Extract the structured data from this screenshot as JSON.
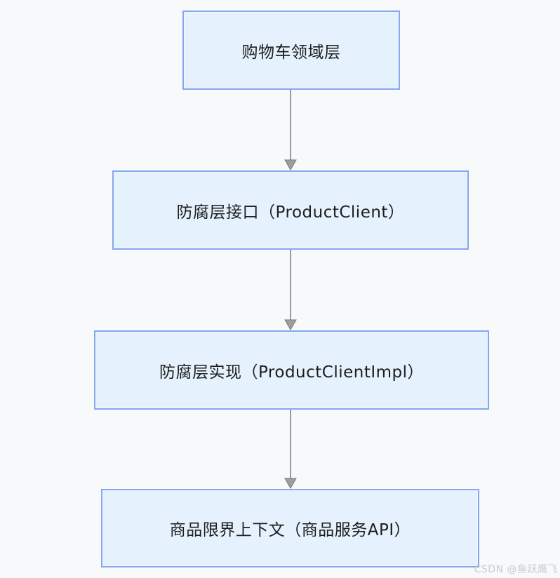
{
  "diagram": {
    "type": "flowchart",
    "direction": "top-down",
    "nodes": [
      {
        "id": "cart-domain-layer",
        "label": "购物车领域层"
      },
      {
        "id": "acl-interface",
        "label": "防腐层接口（ProductClient）"
      },
      {
        "id": "acl-implementation",
        "label": "防腐层实现（ProductClientImpl）"
      },
      {
        "id": "product-bounded-context",
        "label": "商品限界上下文（商品服务API）"
      }
    ],
    "edges": [
      {
        "from": "cart-domain-layer",
        "to": "acl-interface",
        "style": "arrow-down"
      },
      {
        "from": "acl-interface",
        "to": "acl-implementation",
        "style": "arrow-down"
      },
      {
        "from": "acl-implementation",
        "to": "product-bounded-context",
        "style": "arrow-down"
      }
    ]
  },
  "watermark": {
    "text": "CSDN @鱼跃鹰飞"
  },
  "colors": {
    "background": "#f8f9fb",
    "node_fill": "#e5f2fd",
    "node_border": "#84a7f0",
    "arrow": "#9b9b9b",
    "text": "#1d1d1f",
    "watermark": "#c7cbd3"
  }
}
